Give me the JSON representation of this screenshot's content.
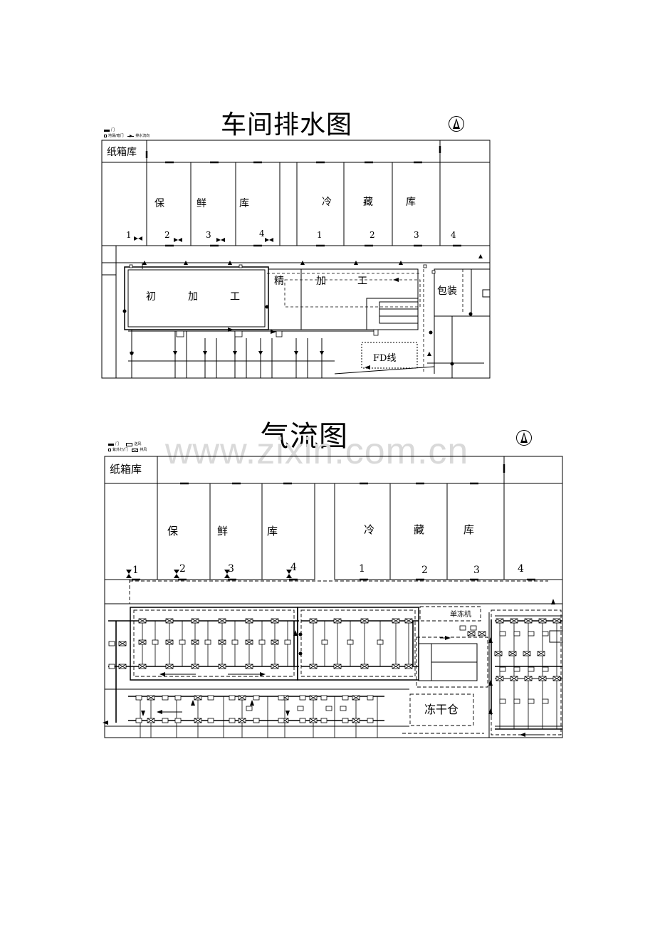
{
  "drainage": {
    "title": "车间排水图",
    "legend": [
      "门",
      "地漏/暗门",
      "排水流向"
    ],
    "rooms": {
      "carton": "纸箱库",
      "fresh": [
        "保",
        "鲜",
        "库"
      ],
      "cold": [
        "冷",
        "藏",
        "库"
      ],
      "prelim": [
        "初",
        "加",
        "工"
      ],
      "fine": [
        "精",
        "加",
        "工"
      ],
      "pack": "包装",
      "fd": "FD线"
    },
    "fresh_nums": [
      "1",
      "2",
      "3",
      "4"
    ],
    "cold_nums": [
      "1",
      "2",
      "3",
      "4"
    ]
  },
  "airflow": {
    "title": "气流图",
    "legend": [
      "门",
      "送风",
      "紫外灯/门",
      "排风"
    ],
    "rooms": {
      "carton": "纸箱库",
      "fresh": [
        "保",
        "鲜",
        "库"
      ],
      "cold": [
        "冷",
        "藏",
        "库"
      ],
      "freezer": "单冻机",
      "freeze_dry": "冻干仓"
    },
    "fresh_nums": [
      "1",
      "2",
      "3",
      "4"
    ],
    "cold_nums": [
      "1",
      "2",
      "3",
      "4"
    ]
  },
  "watermark": "www.zixin.com.cn",
  "icons": [
    "north-arrow-icon",
    "door-symbol-icon",
    "exhaust-fan-icon",
    "air-supply-icon",
    "flow-arrow-icon"
  ]
}
